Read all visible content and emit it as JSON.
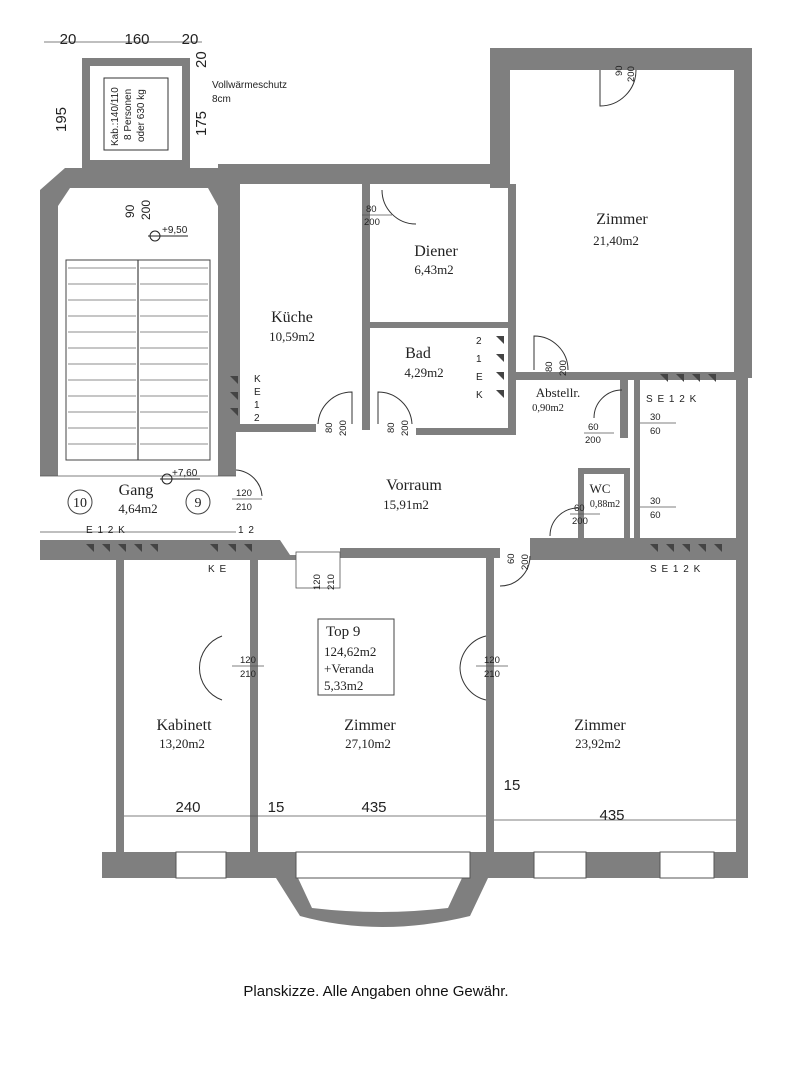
{
  "rooms": {
    "zimmer_ne": {
      "name": "Zimmer",
      "area": "21,40m2"
    },
    "diener": {
      "name": "Diener",
      "area": "6,43m2"
    },
    "kueche": {
      "name": "Küche",
      "area": "10,59m2"
    },
    "bad": {
      "name": "Bad",
      "area": "4,29m2"
    },
    "abstellr": {
      "name": "Abstellr.",
      "area": "0,90m2"
    },
    "wc": {
      "name": "WC",
      "area": "0,88m2"
    },
    "vorraum": {
      "name": "Vorraum",
      "area": "15,91m2"
    },
    "gang": {
      "name": "Gang",
      "area": "4,64m2"
    },
    "kabinett": {
      "name": "Kabinett",
      "area": "13,20m2"
    },
    "zimmer_center": {
      "name": "Zimmer",
      "area": "27,10m2"
    },
    "zimmer_se": {
      "name": "Zimmer",
      "area": "23,92m2"
    }
  },
  "top": {
    "title": "Top 9",
    "area": "124,62m2",
    "veranda": "+Veranda",
    "veranda_area": "5,33m2"
  },
  "elevator": {
    "line1": "Kab.:140/110",
    "line2": "8 Personen",
    "line3": "oder 630 kg"
  },
  "insulation": {
    "line1": "Vollwärmeschutz",
    "line2": "8cm"
  },
  "dimensions": {
    "d20a": "20",
    "d160": "160",
    "d20b": "20",
    "d20c": "20",
    "d195": "195",
    "d175": "175",
    "d90": "90",
    "d200": "200",
    "d240": "240",
    "d15a": "15",
    "d435a": "435",
    "d15b": "15",
    "d435b": "435"
  },
  "levels": {
    "upper": "+9,50",
    "lower": "+7,60"
  },
  "stair_numbers": {
    "left": "10",
    "right": "9"
  },
  "doors": {
    "n_zimmer": {
      "w": "90",
      "h": "200"
    },
    "diener": {
      "w": "80",
      "h": "200"
    },
    "kueche": {
      "w": "80",
      "h": "200"
    },
    "bad": {
      "w": "80",
      "h": "200"
    },
    "zimmer_ne": {
      "w": "80",
      "h": "200"
    },
    "abstellr": {
      "w": "60",
      "h": "200"
    },
    "wc": {
      "w": "60",
      "h": "200"
    },
    "vorraum_e": {
      "w": "60",
      "h": "200"
    },
    "small_top": {
      "w": "30",
      "h": "60"
    },
    "small_bottom": {
      "w": "30",
      "h": "60"
    },
    "entrance": {
      "w": "120",
      "h": "210"
    },
    "vorraum_s": {
      "w": "120",
      "h": "210"
    },
    "kabinett": {
      "w": "120",
      "h": "210"
    },
    "zimmer_se": {
      "w": "120",
      "h": "210"
    }
  },
  "symbols": {
    "ke12_kueche": [
      "K",
      "E",
      "1",
      "2"
    ],
    "e12k_bad": [
      "2",
      "1",
      "E",
      "K"
    ],
    "se12k_upper": "S E 1 2 K",
    "se12k_lower": "S E 1 2 K",
    "e12k_gang": "E 1 2 K",
    "ke": "K E",
    "one_two": "1 2"
  },
  "caption": "Planskizze. Alle Angaben ohne Gewähr."
}
